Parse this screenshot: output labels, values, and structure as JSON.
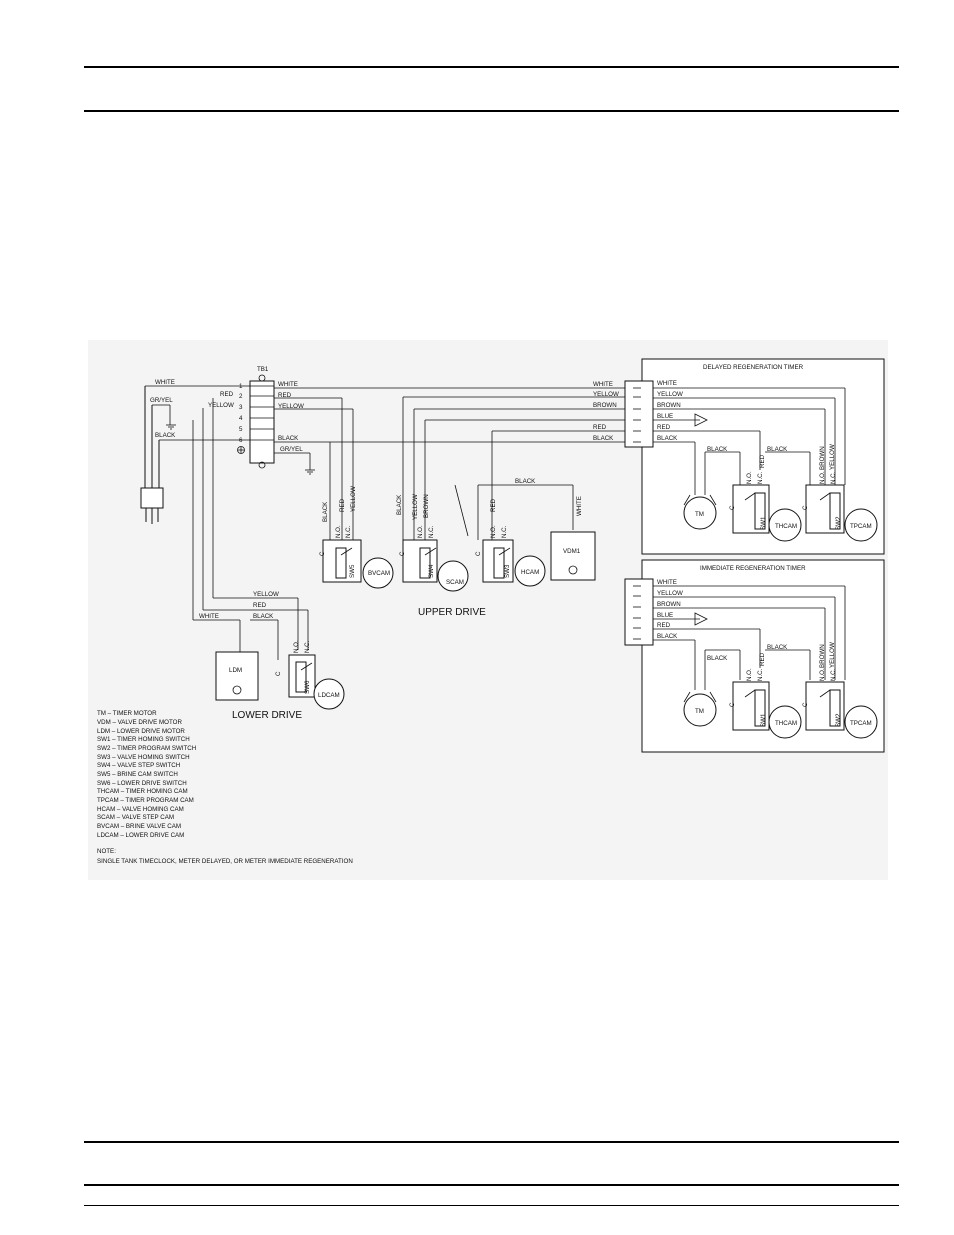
{
  "labels": {
    "tb1": "TB1",
    "terminals": [
      "1",
      "2",
      "3",
      "4",
      "5",
      "6"
    ],
    "mains": [
      "WHITE",
      "RED",
      "YELLOW",
      "GR/YEL",
      "BLACK"
    ],
    "tb_right": [
      "WHITE",
      "RED",
      "YELLOW",
      "BLACK",
      "GR/YEL"
    ],
    "upper_drive": "UPPER DRIVE",
    "lower_drive": "LOWER DRIVE",
    "delayed_title": "DELAYED REGENERATION TIMER",
    "immediate_title": "IMMEDIATE REGENERATION TIMER",
    "connector_wires": [
      "WHITE",
      "YELLOW",
      "BROWN",
      "BLUE",
      "RED",
      "BLACK"
    ],
    "black": "BLACK",
    "white": "WHITE",
    "yellow": "YELLOW",
    "red": "RED",
    "brown": "BROWN",
    "no": "N.O.",
    "nc": "N.C.",
    "c": "C",
    "sw1": "SW1",
    "sw2": "SW2",
    "sw3": "SW3",
    "sw4": "SW4",
    "sw5": "SW5",
    "sw6": "SW6",
    "tm": "TM",
    "vdm1": "VDM1",
    "ldm": "LDM",
    "thcam": "THCAM",
    "tpcam": "TPCAM",
    "bvcam": "BVCAM",
    "scam": "SCAM",
    "hcam": "HCAM",
    "ldcam": "LDCAM"
  },
  "legend": [
    "TM – TIMER MOTOR",
    "VDM – VALVE DRIVE MOTOR",
    "LDM – LOWER DRIVE MOTOR",
    "SW1 – TIMER HOMING SWITCH",
    "SW2 – TIMER PROGRAM SWITCH",
    "SW3 – VALVE HOMING SWITCH",
    "SW4 – VALVE STEP SWITCH",
    "SW5 – BRINE CAM SWITCH",
    "SW6 – LOWER DRIVE SWITCH",
    "THCAM – TIMER HOMING CAM",
    "TPCAM – TIMER PROGRAM CAM",
    "HCAM – VALVE HOMING CAM",
    "SCAM – VALVE STEP CAM",
    "BVCAM – BRINE VALVE CAM",
    "LDCAM – LOWER DRIVE CAM"
  ],
  "note": {
    "heading": "NOTE:",
    "text": "SINGLE TANK TIMECLOCK, METER DELAYED, OR METER IMMEDIATE REGENERATION"
  }
}
